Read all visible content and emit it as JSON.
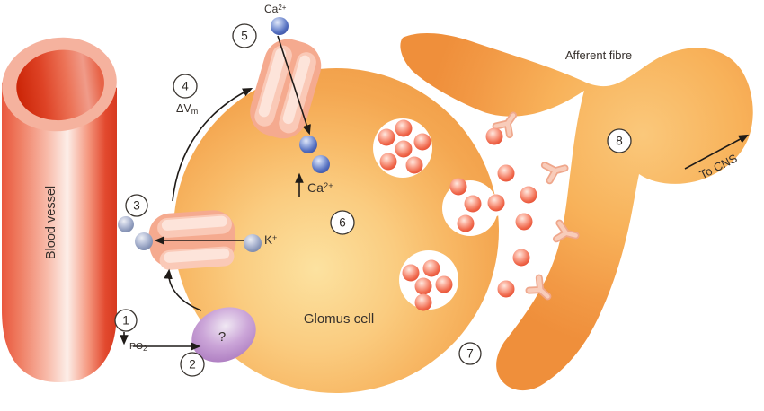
{
  "diagram": {
    "kind": "physiology-schematic",
    "subject": "Glomus cell oxygen sensing and afferent signalling"
  },
  "labels": {
    "blood_vessel": "Blood vessel",
    "glomus_cell": "Glomus cell",
    "afferent_fibre": "Afferent fibre",
    "to_cns": "To CNS",
    "unknown_sensor": "?",
    "po2": {
      "base": "PO",
      "sub": "2"
    },
    "delta_vm": {
      "base": "ΔV",
      "sub": "m"
    },
    "k_ion": {
      "base": "K",
      "sup": "+"
    },
    "ca_ion_top": {
      "base": "Ca",
      "sup": "2+"
    },
    "ca_ion_inside": {
      "base": "Ca",
      "sup": "2+"
    }
  },
  "steps": [
    "1",
    "2",
    "3",
    "4",
    "5",
    "6",
    "7",
    "8"
  ],
  "colors": {
    "vessel_red": "#D73A20",
    "vessel_light": "#FCEEE8",
    "cell_orange": "#F2A04A",
    "cell_center": "#FCE2A0",
    "fibre_orange": "#EF8F3B",
    "vesicle_white": "#FFFFFF",
    "transmitter_red": "#DE3A1F",
    "ca_ion_blue": "#32479B",
    "k_ion_gray": "#6F7C9E",
    "sensor_purple": "#9F6FB4",
    "channel_pink": "#F5AA8F",
    "arrow_black": "#1F1B18"
  }
}
